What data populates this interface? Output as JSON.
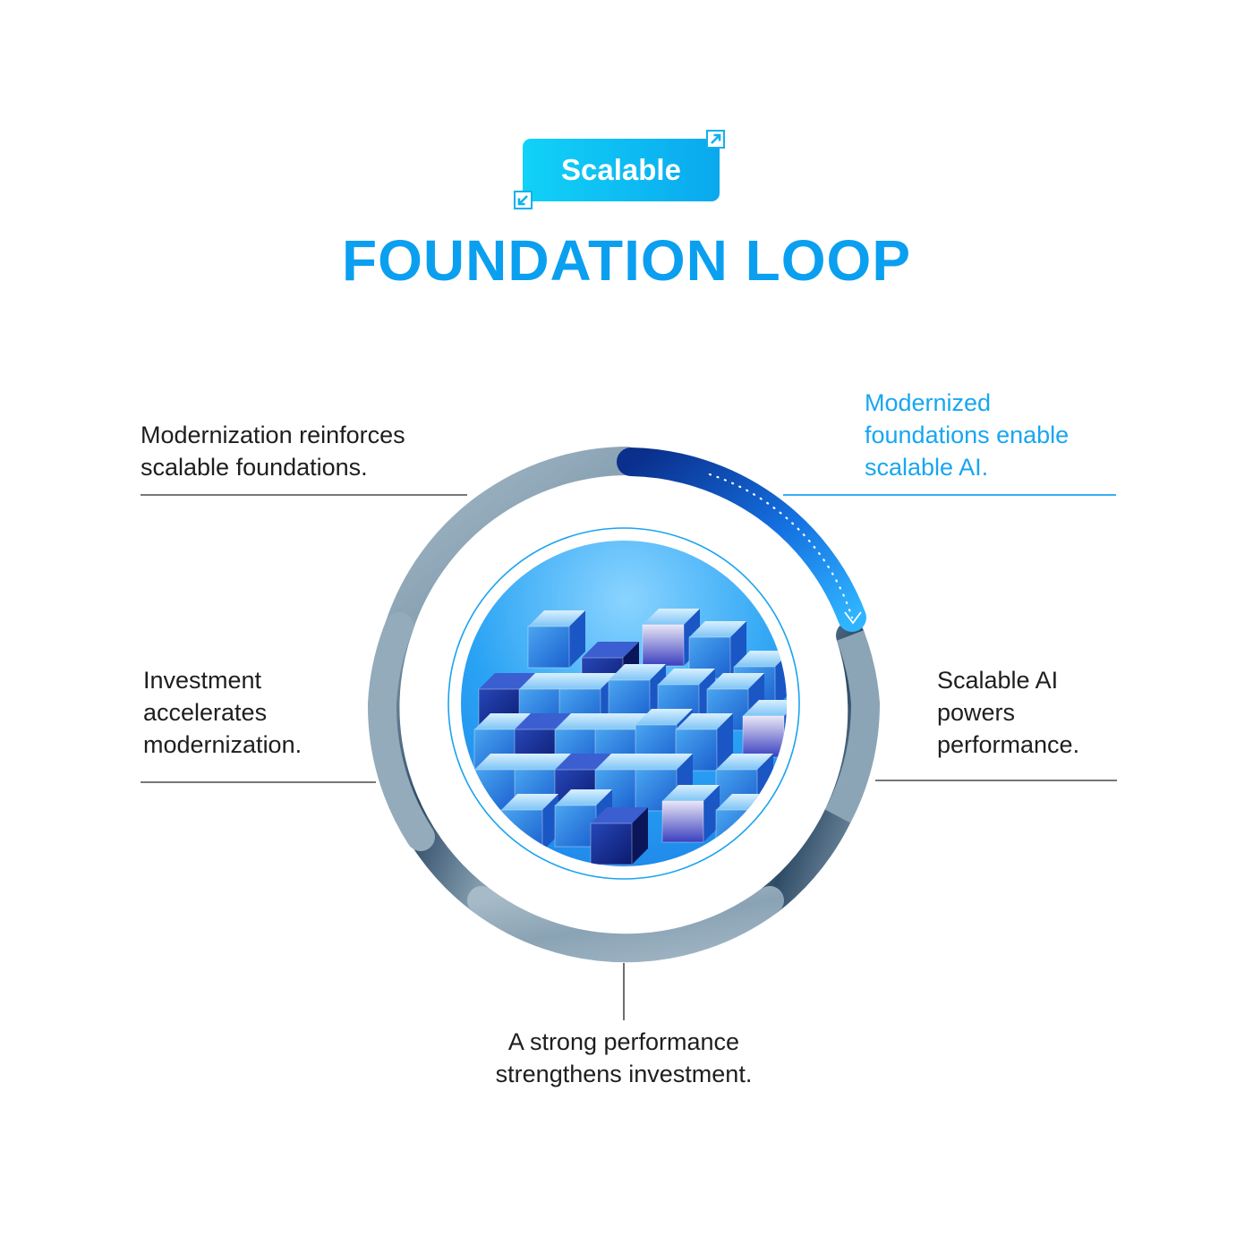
{
  "badge": {
    "label": "Scalable"
  },
  "title": "FOUNDATION LOOP",
  "captions": {
    "top_left": [
      "Modernization reinforces",
      "scalable foundations."
    ],
    "top_right": [
      "Modernized",
      "foundations enable",
      "scalable AI."
    ],
    "mid_left": [
      "Investment",
      "accelerates",
      "modernization."
    ],
    "mid_right": [
      "Scalable AI",
      "powers",
      "performance."
    ],
    "bottom": [
      "A strong performance",
      "strengthens investment."
    ]
  },
  "colors": {
    "accent": "#0b9ff0",
    "badge_start": "#11d2f7",
    "badge_end": "#0aa8ee",
    "ring_grey": "#93abbb",
    "ring_dark": "#2f4f6a",
    "highlight_arc": "#1d8ff0",
    "text": "#1e1e1e"
  },
  "icons": {
    "badge_top_right": "arrow-up-right-icon",
    "badge_bottom_left": "arrow-down-left-icon"
  },
  "image": {
    "subject": "blue glass cubes",
    "shape": "circle"
  }
}
